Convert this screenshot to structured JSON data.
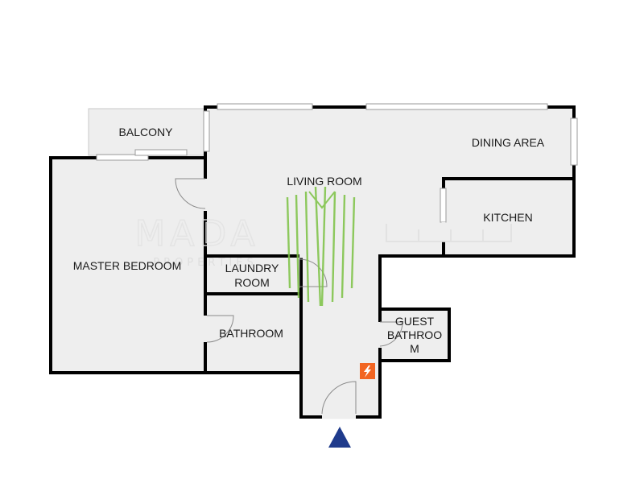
{
  "rooms": {
    "balcony": "BALCONY",
    "living_room": "LIVING ROOM",
    "dining_area": "DINING AREA",
    "kitchen": "KITCHEN",
    "master_bedroom": "MASTER BEDROOM",
    "laundry_line1": "LAUNDRY",
    "laundry_line2": "ROOM",
    "bathroom": "BATHROOM",
    "guest_line1": "GUEST",
    "guest_line2": "BATHROO",
    "guest_line3": "M"
  },
  "watermark": {
    "brand": "MADA",
    "sub": "PROPERTIES"
  },
  "colors": {
    "floor": "#eeeeee",
    "wall": "#000000",
    "balcony_floor": "#eeeeee",
    "window": "#ffffff",
    "door_line": "#8a8a8a",
    "logo_green": "#7cc243",
    "electric_orange": "#f26522",
    "entrance_arrow": "#1f3b8c"
  },
  "icons": {
    "electric_panel": "lightning-bolt-icon",
    "entrance": "entrance-arrow-icon"
  }
}
